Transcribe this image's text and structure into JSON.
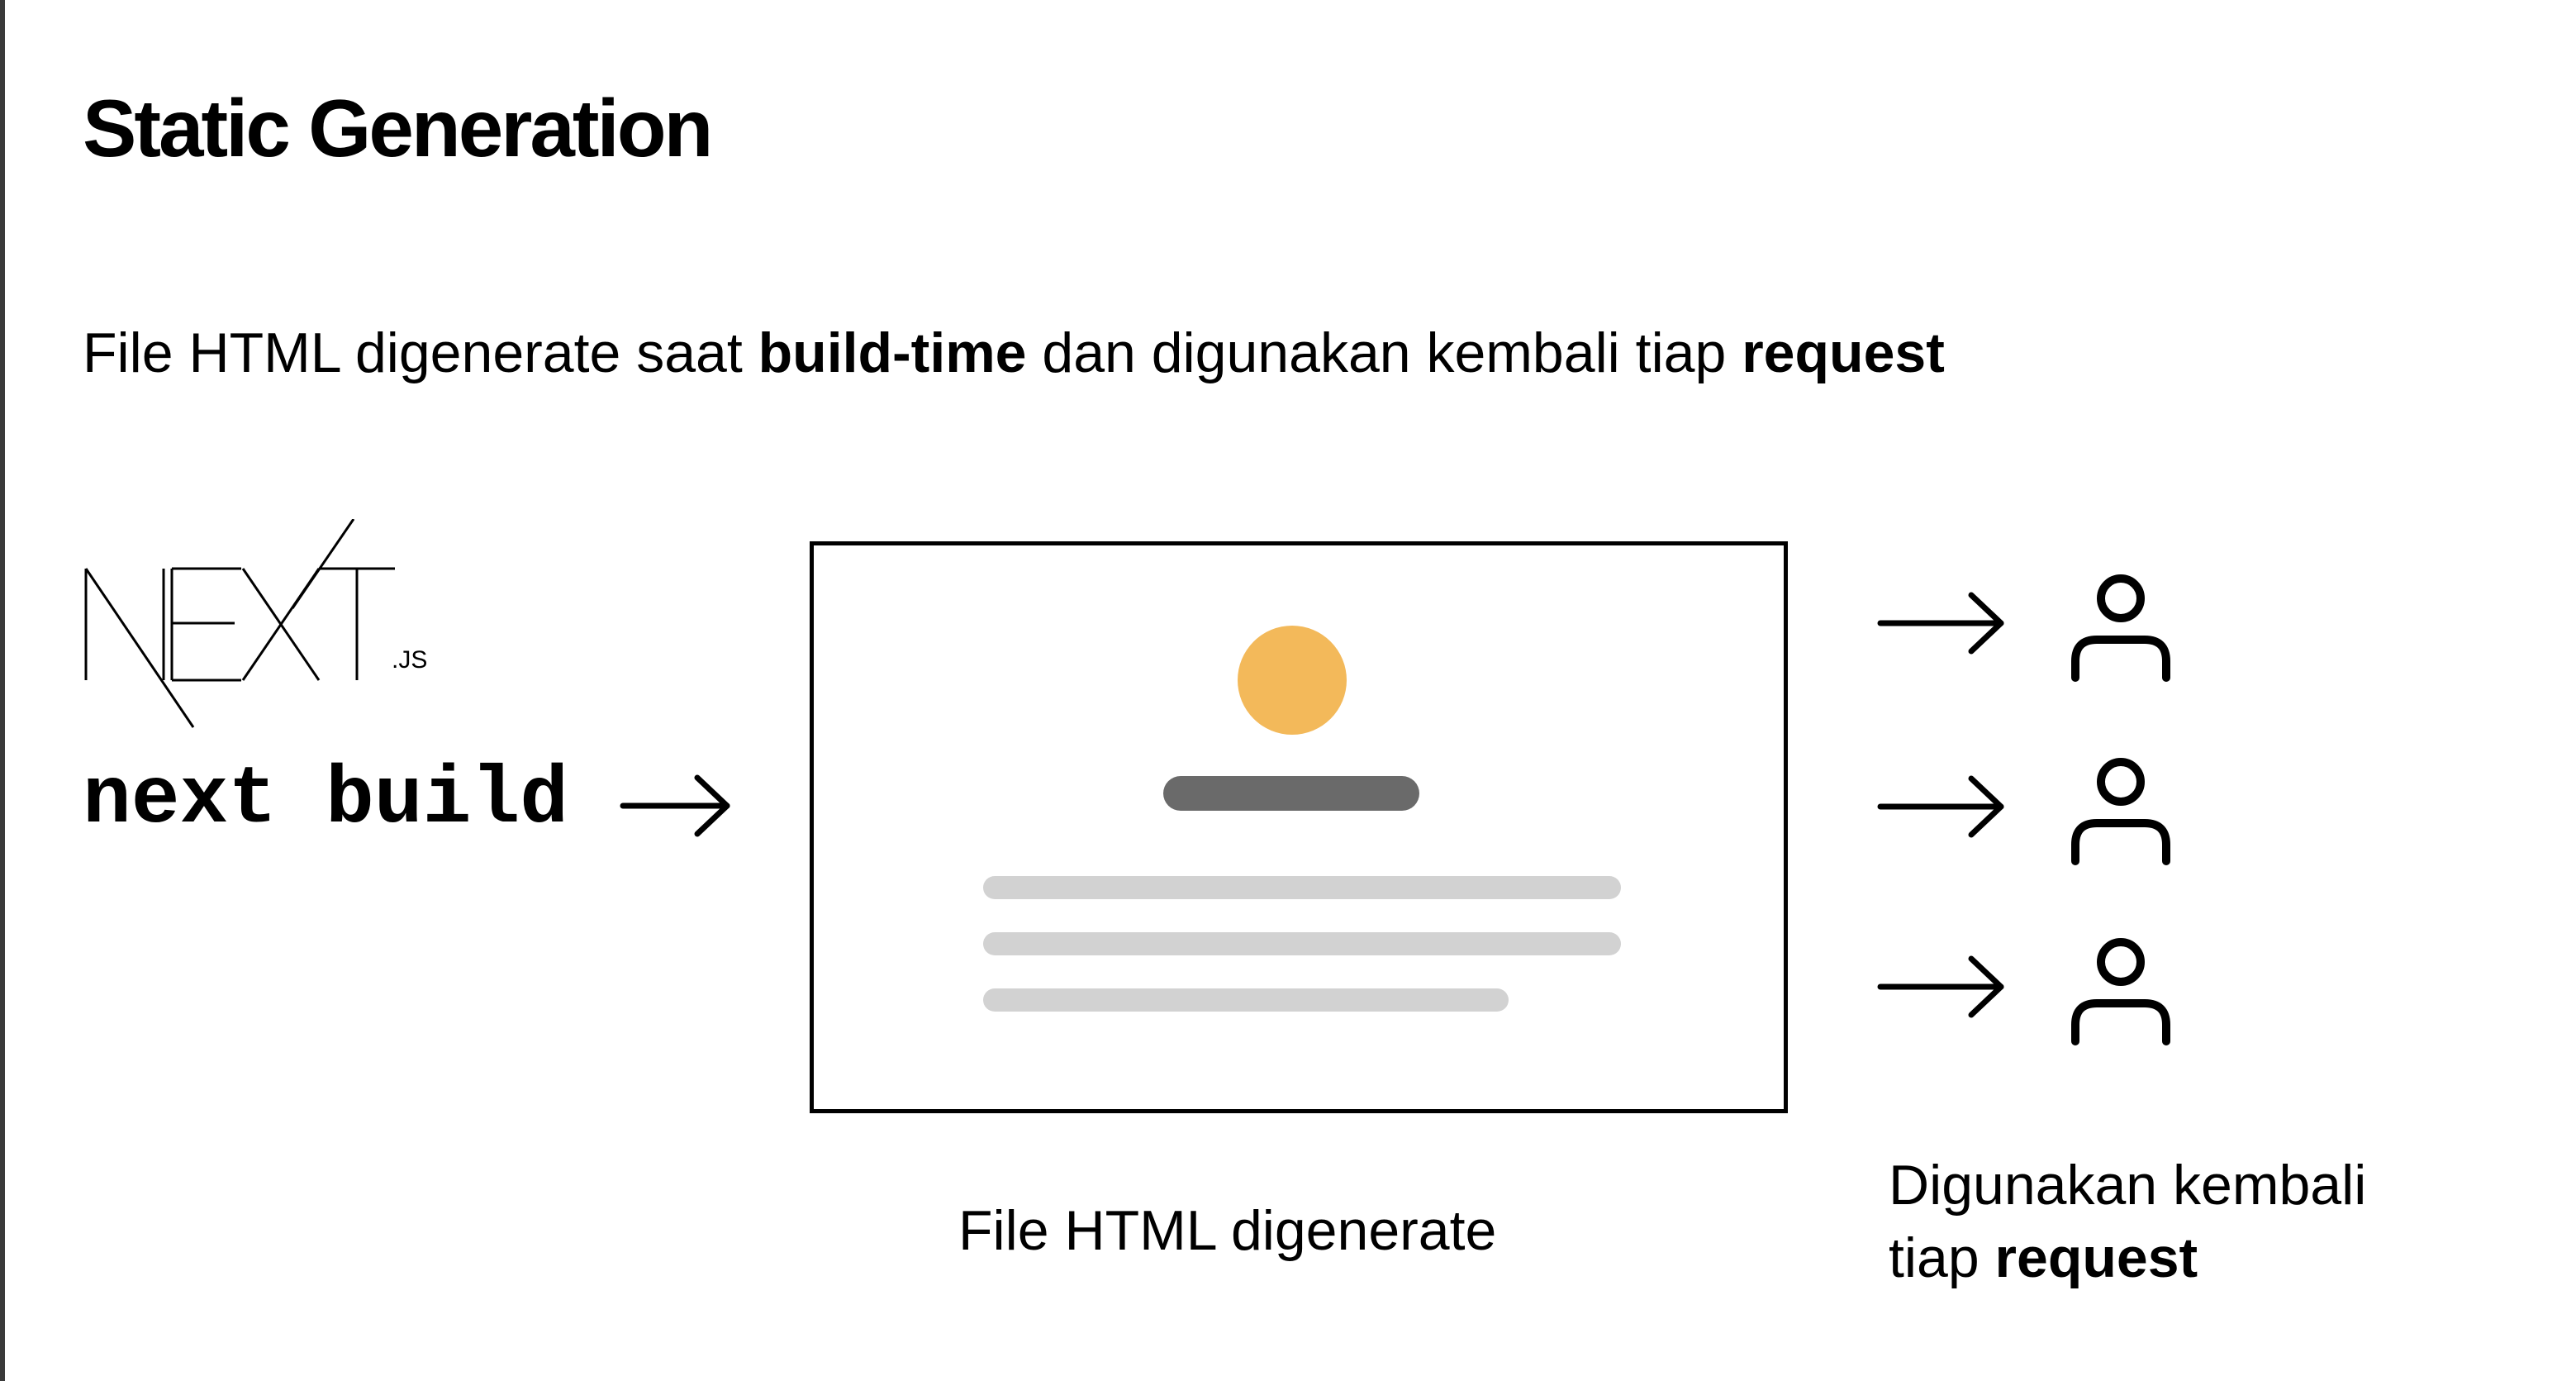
{
  "title": "Static Generation",
  "subtitle": {
    "t1": "File HTML digenerate saat ",
    "b1": "build-time",
    "t2": " dan digunakan kembali tiap ",
    "b2": "request"
  },
  "logo": {
    "text": "NEXT",
    "suffix": ".JS"
  },
  "command": "next build",
  "card_caption": "File HTML digenerate",
  "users_caption": {
    "line1": "Digunakan kembali",
    "line2_prefix": "tiap ",
    "line2_bold": "request"
  },
  "colors": {
    "avatar": "#f3b95a",
    "heading_bar": "#6a6a6a",
    "text_lines": "#d2d2d2"
  },
  "icons": {
    "arrow": "right-arrow-icon",
    "user": "user-icon"
  },
  "user_count": 3
}
